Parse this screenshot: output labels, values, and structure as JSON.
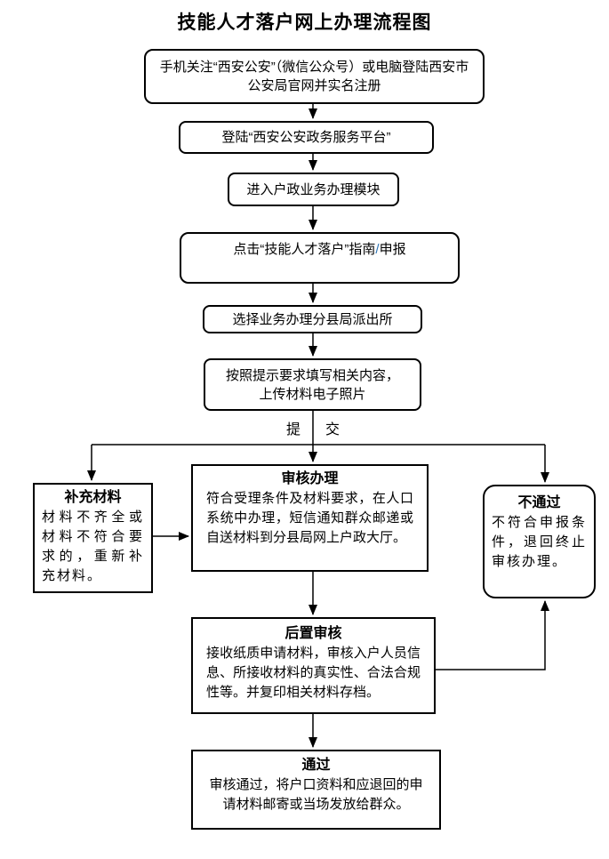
{
  "title": "技能人才落户网上办理流程图",
  "nodes": {
    "step1": {
      "text": "手机关注“西安公安”（微信公众号）或电脑登陆西安市公安局官网并实名注册"
    },
    "step2": {
      "text": "登陆“西安公安政务服务平台”"
    },
    "step3": {
      "text": "进入户政业务办理模块"
    },
    "step4": {
      "text_before": "点击“技能人才落户”指南",
      "slash": "/",
      "text_after": "申报"
    },
    "step5": {
      "text": "选择业务办理分县局派出所"
    },
    "step6": {
      "text": "按照提示要求填写相关内容，上传材料电子照片"
    },
    "submit": {
      "char1": "提",
      "char2": "交"
    },
    "supplement": {
      "title": "补充材料",
      "body": "材料不齐全或材料不符合要求的，重新补充材料。"
    },
    "review": {
      "title": "审核办理",
      "body": "符合受理条件及材料要求，在人口系统中办理，短信通知群众邮递或自送材料到分县局网上户政大厅。"
    },
    "reject": {
      "title": "不通过",
      "body": "不符合申报条件，退回终止审核办理。"
    },
    "post_review": {
      "title": "后置审核",
      "body": "接收纸质申请材料，审核入户人员信息、所接收材料的真实性、合法合规性等。并复印相关材料存档。"
    },
    "pass": {
      "title": "通过",
      "body": "审核通过，将户口资料和应退回的申请材料邮寄或当场发放给群众。"
    }
  },
  "colors": {
    "background": "#FFFFFF",
    "border": "#000000",
    "line": "#000000",
    "text": "#000000",
    "slash": "#2E74B5"
  }
}
